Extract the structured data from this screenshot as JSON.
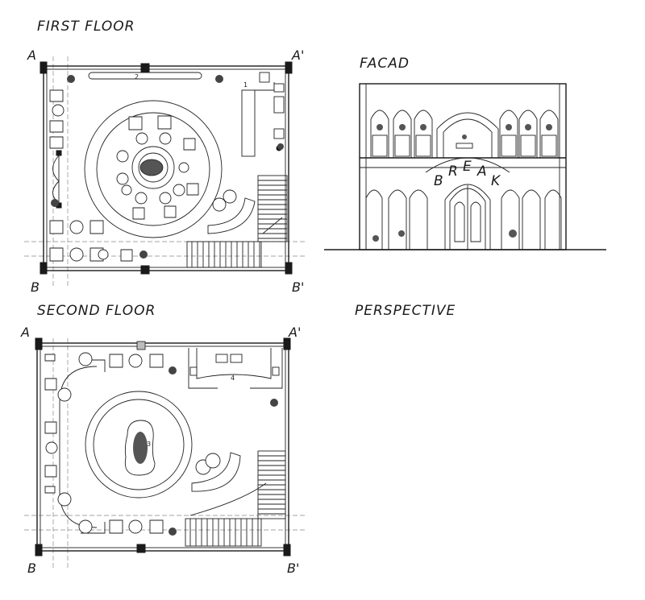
{
  "titles": {
    "first_floor": "FIRST FLOOR",
    "second_floor": "SECOND FLOOR",
    "facade": "FACAD",
    "perspective": "PERSPECTIVE"
  },
  "section_marks": {
    "a": "A",
    "a_prime": "A'",
    "b": "B",
    "b_prime": "B'"
  },
  "room_numbers": {
    "one": "1",
    "two": "2",
    "three": "3",
    "four": "4"
  },
  "facade_sign": [
    "B",
    "R",
    "E",
    "A",
    "K"
  ],
  "colors": {
    "ink": "#1a1a1a",
    "dash": "#888888",
    "column": "#1a1a1a",
    "background": "#ffffff"
  }
}
